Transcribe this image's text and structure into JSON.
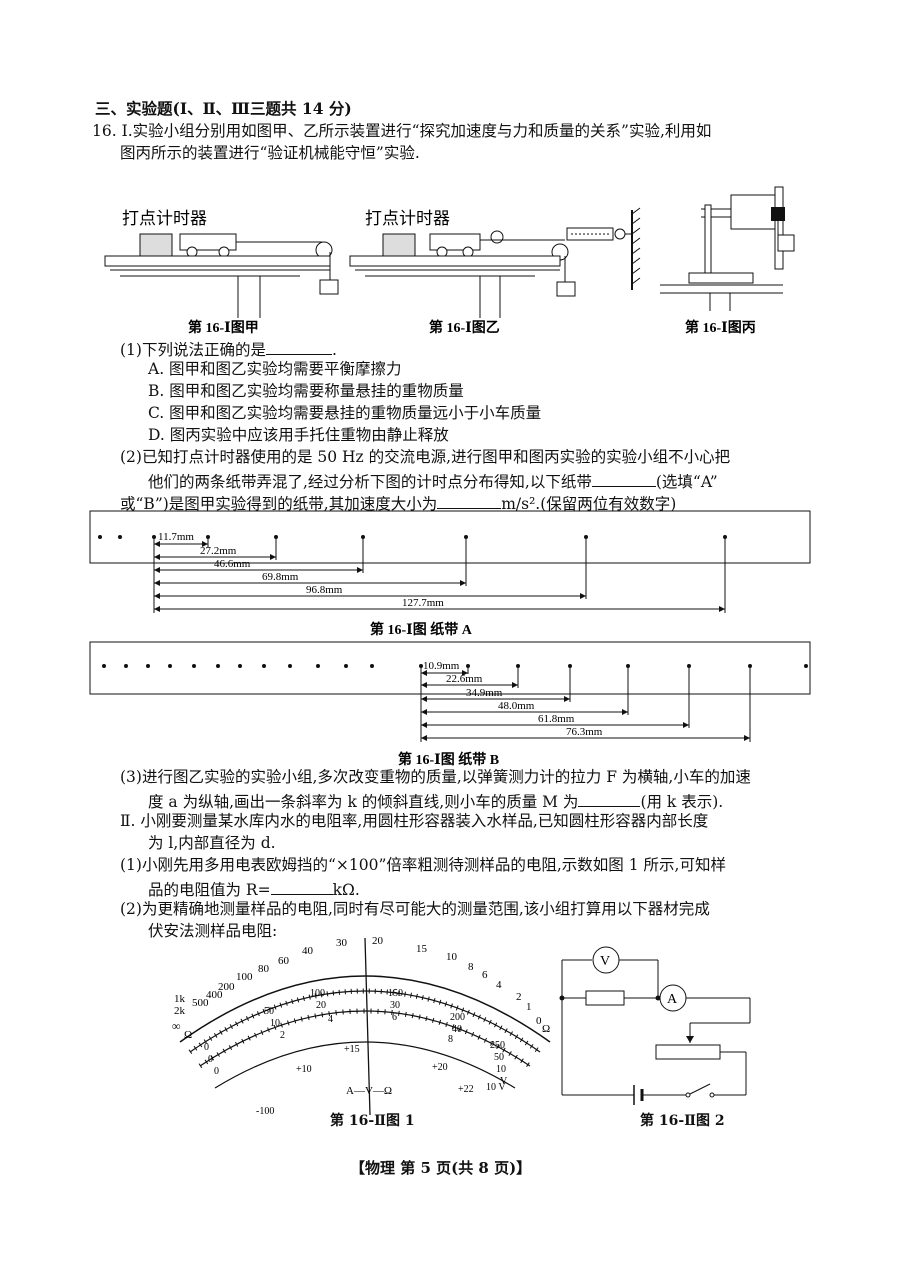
{
  "section_title": "三、实验题(Ⅰ、Ⅱ、Ⅲ三题共 14 分)",
  "q16": {
    "intro_line1": "16. Ⅰ.实验小组分别用如图甲、乙所示装置进行“探究加速度与力和质量的关系”实验,利用如",
    "intro_line2": "图丙所示的装置进行“验证机械能守恒”实验.",
    "timer_label": "打点计时器",
    "fig_jia": "第 16-Ⅰ图甲",
    "fig_yi": "第 16-Ⅰ图乙",
    "fig_bing": "第 16-Ⅰ图丙",
    "p1_stem": "(1)下列说法正确的是",
    "p1_end": ".",
    "options": [
      "A. 图甲和图乙实验均需要平衡摩擦力",
      "B. 图甲和图乙实验均需要称量悬挂的重物质量",
      "C. 图甲和图乙实验均需要悬挂的重物质量远小于小车质量",
      "D. 图丙实验中应该用手托住重物由静止释放"
    ],
    "p2_line1": "(2)已知打点计时器使用的是 50 Hz 的交流电源,进行图甲和图丙实验的实验小组不小心把",
    "p2_line2a": "他们的两条纸带弄混了,经过分析下图的计时点分布得知,以下纸带",
    "p2_line2b": "(选填“A”",
    "p2_line3a": "或“B”)是图甲实验得到的纸带,其加速度大小为",
    "p2_line3b": "m/s².(保留两位有效数字)",
    "tapeA": {
      "caption": "第 16-Ⅰ图  纸带 A",
      "labels": [
        "11.7mm",
        "27.2mm",
        "46.6mm",
        "69.8mm",
        "96.8mm",
        "127.7mm"
      ]
    },
    "tapeB": {
      "caption": "第 16-Ⅰ图  纸带 B",
      "labels": [
        "10.9mm",
        "22.6mm",
        "34.9mm",
        "48.0mm",
        "61.8mm",
        "76.3mm"
      ]
    },
    "p3_line1": "(3)进行图乙实验的实验小组,多次改变重物的质量,以弹簧测力计的拉力 F 为横轴,小车的加速",
    "p3_line2a": "度 a 为纵轴,画出一条斜率为 k 的倾斜直线,则小车的质量 M 为",
    "p3_line2b": "(用 k 表示).",
    "II_line1": "Ⅱ. 小刚要测量某水库内水的电阻率,用圆柱形容器装入水样品,已知圆柱形容器内部长度",
    "II_line2": "为 l,内部直径为 d.",
    "II_p1_line1": "(1)小刚先用多用电表欧姆挡的“×100”倍率粗测待测样品的电阻,示数如图 1 所示,可知样",
    "II_p1_line2a": "品的电阻值为 R=",
    "II_p1_line2b": "kΩ.",
    "II_p2_line1": "(2)为更精确地测量样品的电阻,同时有尽可能大的测量范围,该小组打算用以下器材完成",
    "II_p2_line2": "伏安法测样品电阻:",
    "meter": {
      "caption": "第 16-Ⅱ图 1",
      "ohm_scale": [
        "1k",
        "2k",
        "500",
        "400",
        "200",
        "100",
        "80",
        "60",
        "40",
        "30",
        "20",
        "15",
        "10",
        "8",
        "6",
        "4",
        "2",
        "1",
        "0"
      ],
      "inf": "∞",
      "ohm_unit": "Ω",
      "dc_scale": [
        "0",
        "50",
        "100",
        "150",
        "200",
        "250"
      ],
      "dc_scale2": [
        "0",
        "10",
        "20",
        "30",
        "40",
        "50"
      ],
      "ac_scale": [
        "0",
        "2",
        "4",
        "6",
        "8",
        "10"
      ],
      "dc_unit": "V",
      "ac_unit": "10 V",
      "db_scale": [
        "-100",
        "+10",
        "+15",
        "+20",
        "+22"
      ],
      "unit_row": "A—V—Ω"
    },
    "circuit": {
      "caption": "第 16-Ⅱ图 2",
      "voltmeter": "V",
      "ammeter": "A"
    }
  },
  "footer": "【物理   第 5 页(共 8 页)】"
}
